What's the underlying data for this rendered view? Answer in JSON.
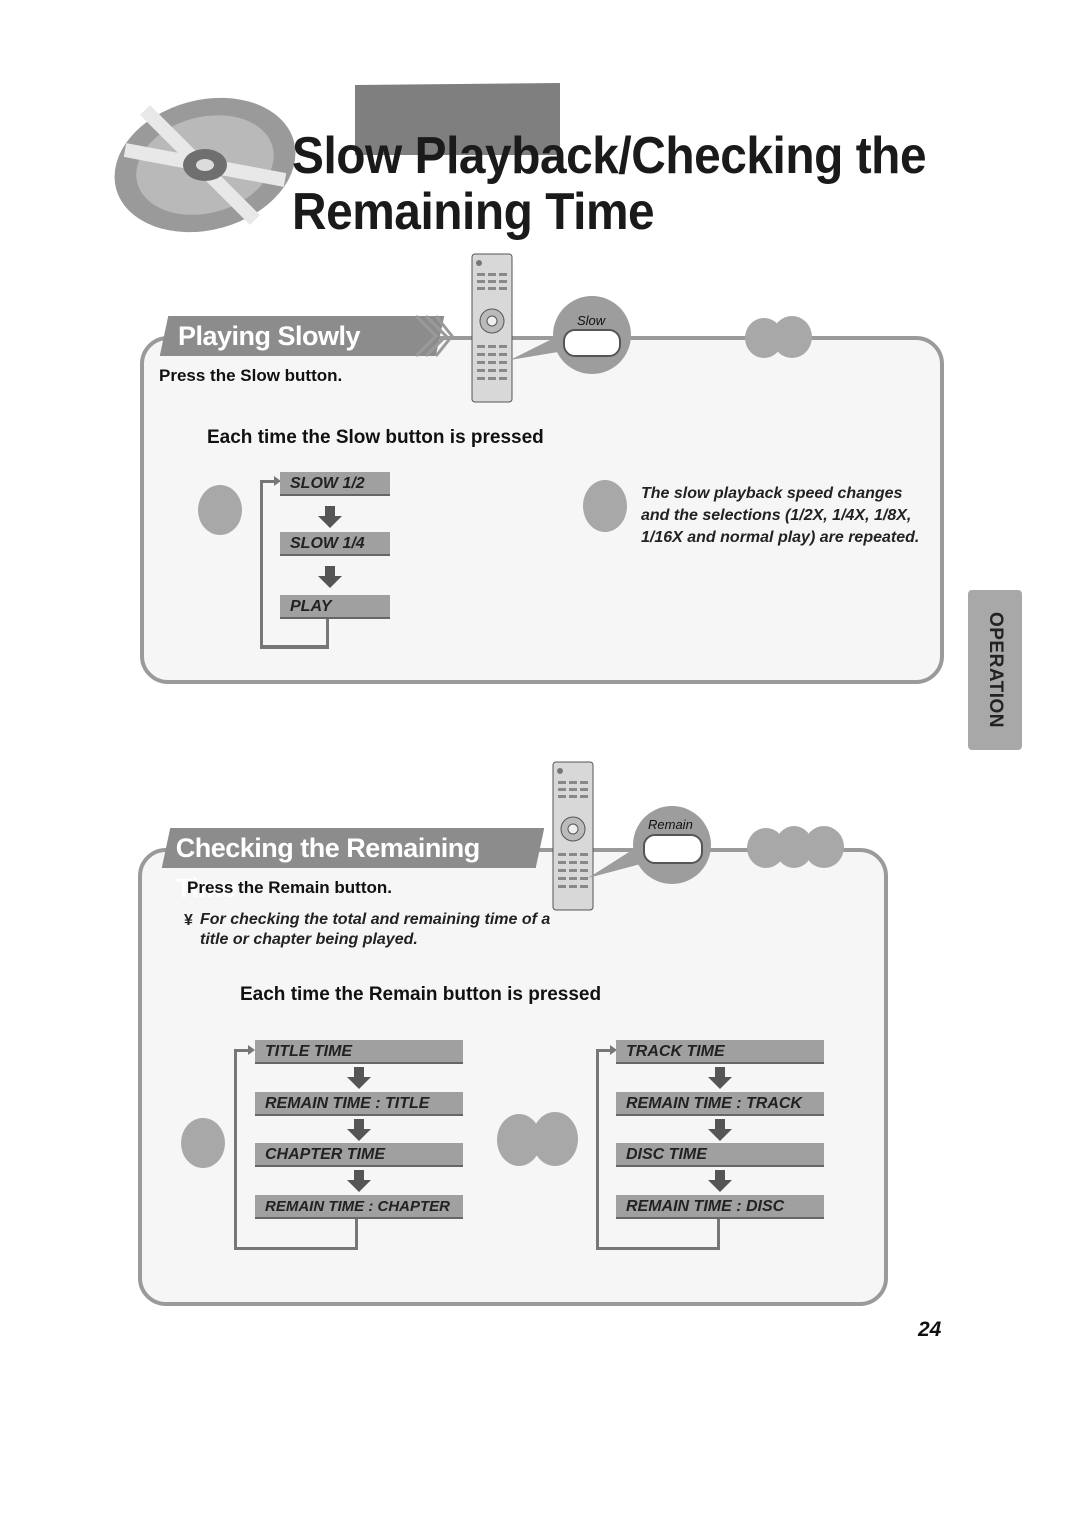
{
  "title": {
    "line1": "Slow Playback/Checking the",
    "line2": "Remaining Time"
  },
  "side_tab": "OPERATION",
  "section1": {
    "header": "Playing Slowly",
    "instruction": "Press the Slow button.",
    "button_label": "Slow",
    "subheading": "Each time the Slow button is pressed",
    "sequence": [
      "SLOW 1/2",
      "SLOW 1/4",
      "PLAY"
    ],
    "note": "The slow playback speed changes and the selections (1/2X, 1/4X, 1/8X, 1/16X and normal play) are repeated."
  },
  "section2": {
    "header": "Checking the Remaining Time",
    "instruction": "Press the Remain button.",
    "bullet_mark": "¥",
    "note": "For checking the total and remaining time of a title or chapter being played.",
    "button_label": "Remain",
    "subheading": "Each time the Remain button is pressed",
    "sequence_left": [
      "TITLE TIME",
      "REMAIN TIME : TITLE",
      "CHAPTER TIME",
      "REMAIN TIME : CHAPTER"
    ],
    "sequence_right": [
      "TRACK TIME",
      "REMAIN TIME : TRACK",
      "DISC TIME",
      "REMAIN TIME : DISC"
    ]
  },
  "page_number": "24",
  "colors": {
    "bar": "#a0a0a0",
    "header": "#8c8c8c",
    "panel_border": "#9a9a9a"
  }
}
